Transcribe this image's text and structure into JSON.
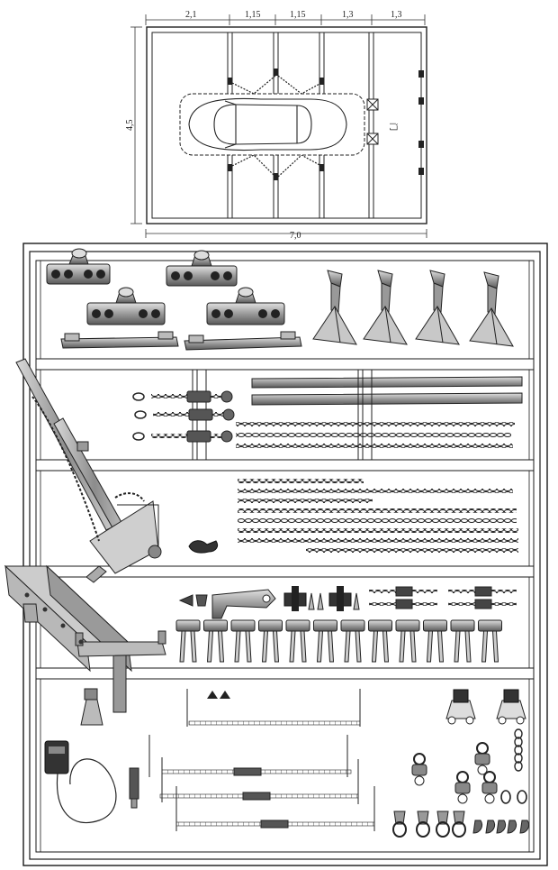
{
  "top_plan": {
    "top_dims": [
      "2,1",
      "1,15",
      "1,15",
      "1,3",
      "1,3"
    ],
    "height_dim": "4,5",
    "length_dim": "7,0",
    "door_label": "门"
  },
  "storage_frame": {
    "shelves": [
      {
        "id": "shelf-1",
        "content": [
          "pinch-weld-clamp",
          "pinch-weld-clamp",
          "pinch-weld-clamp",
          "pinch-weld-clamp",
          "clamp-rail",
          "clamp-rail",
          "support-stand",
          "support-stand",
          "support-stand",
          "support-stand"
        ]
      },
      {
        "id": "shelf-2",
        "content": [
          "chain-tensioner",
          "chain-tensioner",
          "chain-tensioner",
          "steel-rail",
          "steel-rail",
          "long-chain",
          "long-chain",
          "long-chain"
        ]
      },
      {
        "id": "shelf-3",
        "content": [
          "pulling-tower",
          "hook",
          "chain-bundle"
        ]
      },
      {
        "id": "shelf-4",
        "content": [
          "crossbeam",
          "puller-hook",
          "clamps",
          "jaw-clamps"
        ]
      },
      {
        "id": "shelf-5",
        "content": [
          "hydraulic-pump",
          "rams",
          "extension-tubes",
          "attachments"
        ]
      }
    ]
  },
  "colors": {
    "line": "#1a1a1a",
    "metal": "#8a8a8a",
    "metal_light": "#c4c4c4",
    "dark": "#333333"
  }
}
